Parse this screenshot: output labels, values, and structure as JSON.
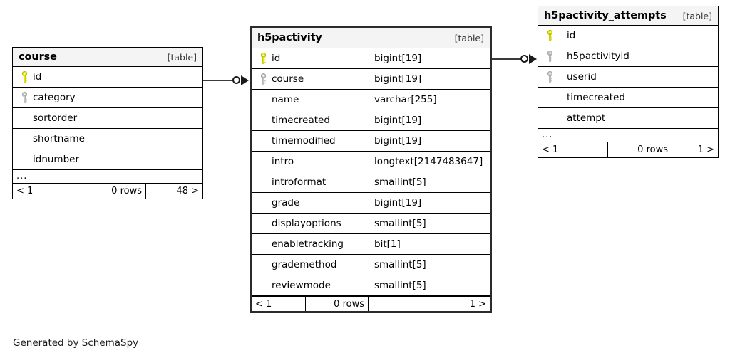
{
  "diagram": {
    "credit": "Generated by SchemaSpy",
    "table_tag": "[table]",
    "ellipsis": "...",
    "key_icons": {
      "primary": "primary-key-icon",
      "foreign": "foreign-key-icon"
    },
    "colors": {
      "primary_key": "#e6e600",
      "foreign_key": "#b3b3b3",
      "header_bg": "#f4f4f4",
      "border": "#000000",
      "focal_border": "#2b2b2b",
      "connector": "#3a3a3a"
    }
  },
  "tables": [
    {
      "name": "course",
      "tag": "[table]",
      "focal": false,
      "show_types": false,
      "columns": [
        {
          "name": "id",
          "type": "",
          "key": "primary"
        },
        {
          "name": "category",
          "type": "",
          "key": "foreign"
        },
        {
          "name": "sortorder",
          "type": "",
          "key": "none"
        },
        {
          "name": "shortname",
          "type": "",
          "key": "none"
        },
        {
          "name": "idnumber",
          "type": "",
          "key": "none"
        }
      ],
      "has_ellipsis": true,
      "footer": {
        "prev": "< 1",
        "rows": "0 rows",
        "next": "48 >"
      }
    },
    {
      "name": "h5pactivity",
      "tag": "[table]",
      "focal": true,
      "show_types": true,
      "columns": [
        {
          "name": "id",
          "type": "bigint[19]",
          "key": "primary"
        },
        {
          "name": "course",
          "type": "bigint[19]",
          "key": "foreign"
        },
        {
          "name": "name",
          "type": "varchar[255]",
          "key": "none"
        },
        {
          "name": "timecreated",
          "type": "bigint[19]",
          "key": "none"
        },
        {
          "name": "timemodified",
          "type": "bigint[19]",
          "key": "none"
        },
        {
          "name": "intro",
          "type": "longtext[2147483647]",
          "key": "none"
        },
        {
          "name": "introformat",
          "type": "smallint[5]",
          "key": "none"
        },
        {
          "name": "grade",
          "type": "bigint[19]",
          "key": "none"
        },
        {
          "name": "displayoptions",
          "type": "smallint[5]",
          "key": "none"
        },
        {
          "name": "enabletracking",
          "type": "bit[1]",
          "key": "none"
        },
        {
          "name": "grademethod",
          "type": "smallint[5]",
          "key": "none"
        },
        {
          "name": "reviewmode",
          "type": "smallint[5]",
          "key": "none"
        }
      ],
      "has_ellipsis": false,
      "footer": {
        "prev": "< 1",
        "rows": "0 rows",
        "next": "1 >"
      }
    },
    {
      "name": "h5pactivity_attempts",
      "tag": "[table]",
      "focal": false,
      "show_types": false,
      "columns": [
        {
          "name": "id",
          "type": "",
          "key": "primary"
        },
        {
          "name": "h5pactivityid",
          "type": "",
          "key": "foreign"
        },
        {
          "name": "userid",
          "type": "",
          "key": "foreign"
        },
        {
          "name": "timecreated",
          "type": "",
          "key": "none"
        },
        {
          "name": "attempt",
          "type": "",
          "key": "none"
        }
      ],
      "has_ellipsis": true,
      "footer": {
        "prev": "< 1",
        "rows": "0 rows",
        "next": "1 >"
      }
    }
  ],
  "relationships": [
    {
      "from": "course",
      "from_column": "id",
      "to": "h5pactivity",
      "to_column": "course"
    },
    {
      "from": "h5pactivity",
      "from_column": "id",
      "to": "h5pactivity_attempts",
      "to_column": "h5pactivityid"
    }
  ]
}
